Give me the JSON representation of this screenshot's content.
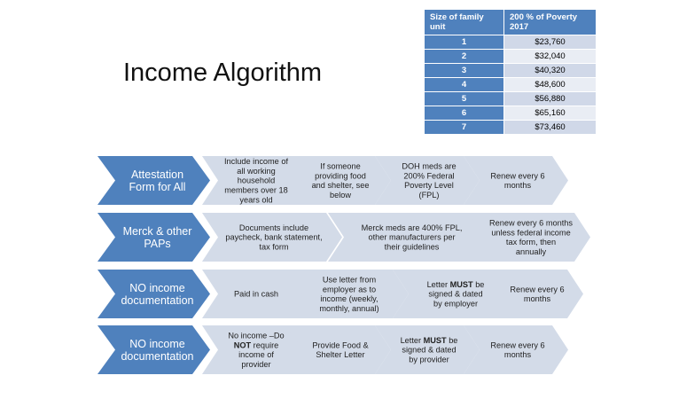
{
  "title": "Income Algorithm",
  "poverty_table": {
    "headers": [
      "Size of family unit",
      "200 % of Poverty 2017"
    ],
    "rows": [
      [
        "1",
        "$23,760"
      ],
      [
        "2",
        "$32,040"
      ],
      [
        "3",
        "$40,320"
      ],
      [
        "4",
        "$48,600"
      ],
      [
        "5",
        "$56,880"
      ],
      [
        "6",
        "$65,160"
      ],
      [
        "7",
        "$73,460"
      ]
    ]
  },
  "colors": {
    "head_fill": "#4f81bd",
    "step_fill": "#d3dbe8"
  },
  "rows": [
    {
      "header": [
        "Attestation",
        "Form for All"
      ],
      "steps": [
        {
          "lines": [
            [
              {
                "t": "Include income of"
              }
            ],
            [
              {
                "t": "all working"
              }
            ],
            [
              {
                "t": "household"
              }
            ],
            [
              {
                "t": "members  over 18"
              }
            ],
            [
              {
                "t": "years old"
              }
            ]
          ]
        },
        {
          "lines": [
            [
              {
                "t": "If someone"
              }
            ],
            [
              {
                "t": "providing food"
              }
            ],
            [
              {
                "t": "and shelter, see"
              }
            ],
            [
              {
                "t": "below"
              }
            ]
          ]
        },
        {
          "lines": [
            [
              {
                "t": "DOH meds are"
              }
            ],
            [
              {
                "t": "200% Federal"
              }
            ],
            [
              {
                "t": "Poverty Level"
              }
            ],
            [
              {
                "t": "(FPL)"
              }
            ]
          ]
        },
        {
          "lines": [
            [
              {
                "t": "Renew every 6"
              }
            ],
            [
              {
                "t": "months"
              }
            ]
          ]
        }
      ]
    },
    {
      "header": [
        "Merck & other",
        "PAPs"
      ],
      "steps": [
        {
          "lines": [
            [
              {
                "t": "Documents include"
              }
            ],
            [
              {
                "t": "paycheck, bank statement,"
              }
            ],
            [
              {
                "t": "tax form"
              }
            ]
          ]
        },
        {
          "lines": [
            [
              {
                "t": "Merck meds are 400% FPL,"
              }
            ],
            [
              {
                "t": "other manufacturers per"
              }
            ],
            [
              {
                "t": "their guidelines"
              }
            ]
          ]
        },
        {
          "lines": [
            [
              {
                "t": "Renew every 6 months"
              }
            ],
            [
              {
                "t": "unless federal income"
              }
            ],
            [
              {
                "t": "tax form, then"
              }
            ],
            [
              {
                "t": "annually"
              }
            ]
          ]
        }
      ]
    },
    {
      "header": [
        "NO income",
        "documentation"
      ],
      "steps": [
        {
          "lines": [
            [
              {
                "t": "Paid in cash"
              }
            ]
          ]
        },
        {
          "lines": [
            [
              {
                "t": "Use letter from"
              }
            ],
            [
              {
                "t": "employer as to"
              }
            ],
            [
              {
                "t": "income (weekly,"
              }
            ],
            [
              {
                "t": "monthly, annual)"
              }
            ]
          ]
        },
        {
          "lines": [
            [
              {
                "t": "Letter "
              },
              {
                "t": "MUST",
                "b": true
              },
              {
                "t": " be"
              }
            ],
            [
              {
                "t": "signed & dated"
              }
            ],
            [
              {
                "t": "by employer"
              }
            ]
          ]
        },
        {
          "lines": [
            [
              {
                "t": "Renew every 6"
              }
            ],
            [
              {
                "t": "months"
              }
            ]
          ]
        }
      ]
    },
    {
      "header": [
        "NO income",
        "documentation"
      ],
      "steps": [
        {
          "lines": [
            [
              {
                "t": "No income –Do"
              }
            ],
            [
              {
                "t": "NOT",
                "b": true
              },
              {
                "t": " require"
              }
            ],
            [
              {
                "t": "income of"
              }
            ],
            [
              {
                "t": "provider"
              }
            ]
          ]
        },
        {
          "lines": [
            [
              {
                "t": "Provide Food &"
              }
            ],
            [
              {
                "t": "Shelter Letter"
              }
            ]
          ]
        },
        {
          "lines": [
            [
              {
                "t": "Letter "
              },
              {
                "t": "MUST",
                "b": true
              },
              {
                "t": " be"
              }
            ],
            [
              {
                "t": "signed & dated"
              }
            ],
            [
              {
                "t": "by provider"
              }
            ]
          ]
        },
        {
          "lines": [
            [
              {
                "t": "Renew every 6"
              }
            ],
            [
              {
                "t": "months"
              }
            ]
          ]
        }
      ]
    }
  ]
}
